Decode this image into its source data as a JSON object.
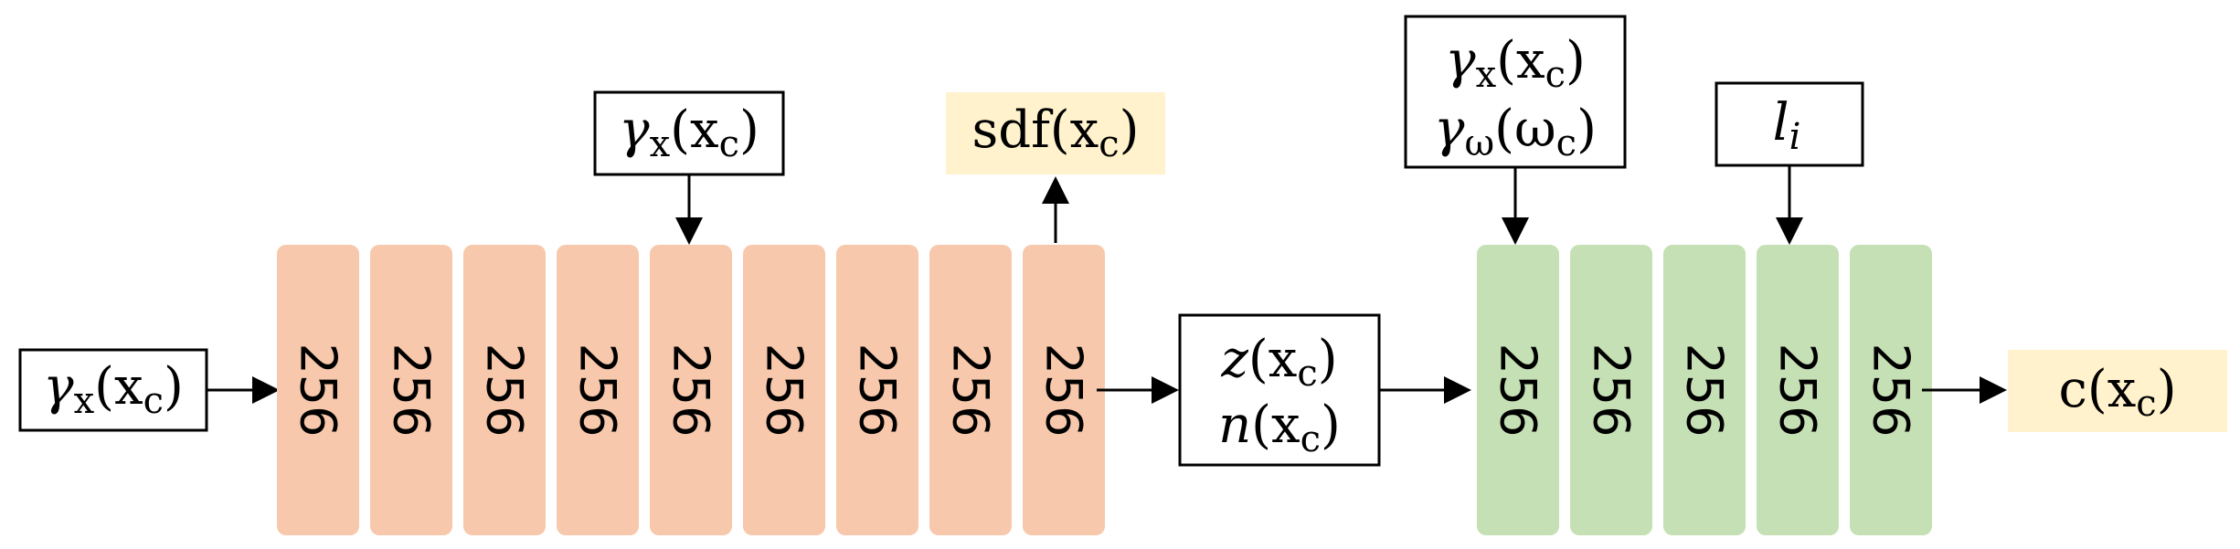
{
  "colors": {
    "geometry_layer": "#f7c8ab",
    "color_layer": "#c5e0b4",
    "output_box": "#fff2cc",
    "stroke": "#000000"
  },
  "input": {
    "main": "γ",
    "main_sub": "x",
    "arg": "x",
    "arg_sub": "c"
  },
  "geometry_network": {
    "layer_width": "256",
    "layers": [
      "256",
      "256",
      "256",
      "256",
      "256",
      "256",
      "256",
      "256",
      "256"
    ],
    "skip_input": {
      "main": "γ",
      "main_sub": "x",
      "arg": "x",
      "arg_sub": "c"
    },
    "sdf_output": {
      "label": "sdf",
      "arg": "x",
      "arg_sub": "c"
    }
  },
  "features": {
    "z_label": "z",
    "n_label": "n",
    "arg": "x",
    "arg_sub": "c"
  },
  "color_network": {
    "layers": [
      "256",
      "256",
      "256",
      "256",
      "256"
    ],
    "input_box": {
      "line1_main": "γ",
      "line1_sub": "x",
      "line1_arg": "x",
      "line1_arg_sub": "c",
      "line2_main": "γ",
      "line2_sub": "ω",
      "line2_arg": "ω",
      "line2_arg_sub": "c"
    },
    "light_input": {
      "main": "l",
      "sub": "i"
    },
    "color_output": {
      "label": "c",
      "arg": "x",
      "arg_sub": "c"
    }
  }
}
